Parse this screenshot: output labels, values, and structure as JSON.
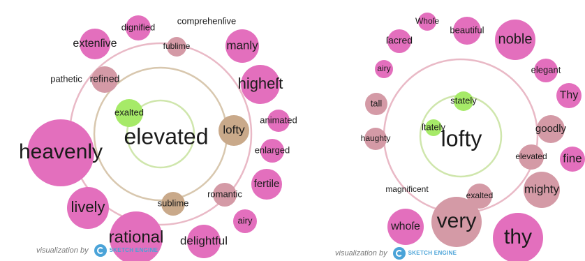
{
  "colors": {
    "pink": "#e36fbd",
    "rose": "#d49aa6",
    "tan": "#c9a98a",
    "green": "#a6ea68",
    "ring_pink": "#e9b9c6",
    "ring_tan": "#d8c7ae",
    "ring_green": "#cfe6ac"
  },
  "diagrams": [
    {
      "center_word": "elevated",
      "nodes": [
        {
          "label": "dignified",
          "color": "pink"
        },
        {
          "label": "comprehenſive",
          "color": "pink"
        },
        {
          "label": "extenſive",
          "color": "pink"
        },
        {
          "label": "fublime",
          "color": "rose"
        },
        {
          "label": "manly",
          "color": "pink"
        },
        {
          "label": "pathetic",
          "color": "pink"
        },
        {
          "label": "refined",
          "color": "rose"
        },
        {
          "label": "higheſt",
          "color": "pink"
        },
        {
          "label": "exalted",
          "color": "green"
        },
        {
          "label": "lofty",
          "color": "tan"
        },
        {
          "label": "animated",
          "color": "pink"
        },
        {
          "label": "heavenly",
          "color": "pink"
        },
        {
          "label": "enlarged",
          "color": "pink"
        },
        {
          "label": "fertile",
          "color": "pink"
        },
        {
          "label": "lively",
          "color": "pink"
        },
        {
          "label": "romantic",
          "color": "rose"
        },
        {
          "label": "sublime",
          "color": "tan"
        },
        {
          "label": "airy",
          "color": "pink"
        },
        {
          "label": "rational",
          "color": "pink"
        },
        {
          "label": "delightful",
          "color": "pink"
        }
      ],
      "credit": "visualization by",
      "logo": "SKETCH ENGINE"
    },
    {
      "center_word": "lofty",
      "nodes": [
        {
          "label": "Whoſe",
          "color": "pink"
        },
        {
          "label": "ſacred",
          "color": "pink"
        },
        {
          "label": "beautiful",
          "color": "pink"
        },
        {
          "label": "noble",
          "color": "pink"
        },
        {
          "label": "airy",
          "color": "pink"
        },
        {
          "label": "elegant",
          "color": "pink"
        },
        {
          "label": "Thy",
          "color": "pink"
        },
        {
          "label": "tall",
          "color": "rose"
        },
        {
          "label": "stately",
          "color": "green"
        },
        {
          "label": "ſtately",
          "color": "green"
        },
        {
          "label": "goodly",
          "color": "rose"
        },
        {
          "label": "haughty",
          "color": "rose"
        },
        {
          "label": "elevated",
          "color": "rose"
        },
        {
          "label": "fine",
          "color": "pink"
        },
        {
          "label": "magnificent",
          "color": "rose"
        },
        {
          "label": "mighty",
          "color": "rose"
        },
        {
          "label": "exalted",
          "color": "rose"
        },
        {
          "label": "whoſe",
          "color": "pink"
        },
        {
          "label": "very",
          "color": "rose"
        },
        {
          "label": "thy",
          "color": "pink"
        }
      ],
      "credit": "visualization by",
      "logo": "SKETCH ENGINE"
    }
  ]
}
